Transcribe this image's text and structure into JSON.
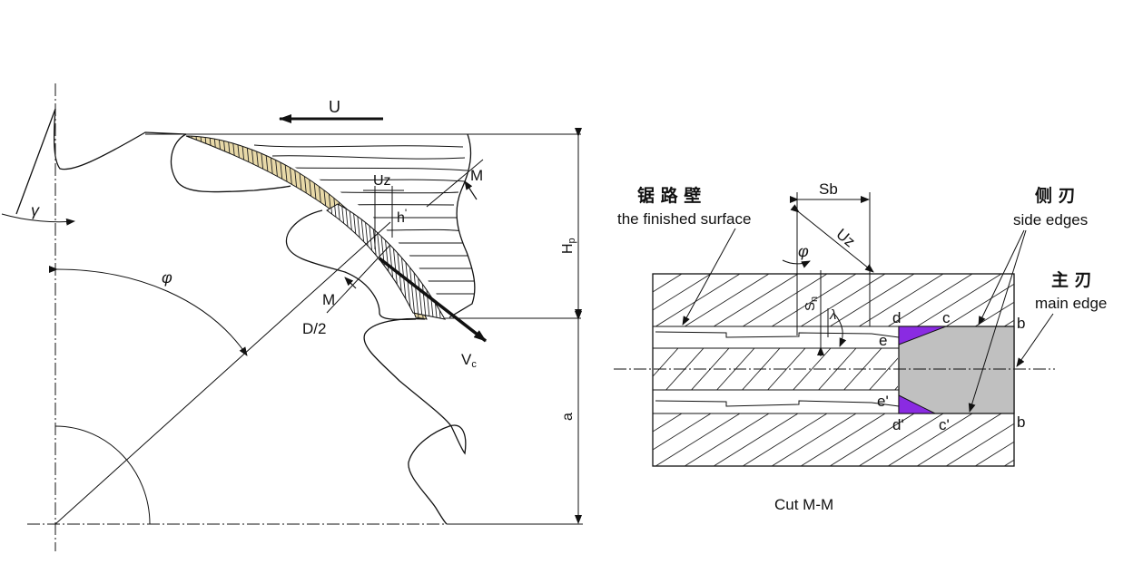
{
  "left_diagram": {
    "feed_label": "U",
    "tooth_feed_label": "Uz",
    "chip_thickness_label": "h",
    "chip_thickness_prime": "'",
    "section_mark_top": "M",
    "section_mark_bottom": "M",
    "rake_angle_label": "γ",
    "position_angle_label": "φ",
    "radius_label": "D/2",
    "cut_depth_label": "H",
    "cut_depth_sub": "p",
    "velocity_label": "V",
    "velocity_sub": "c",
    "distance_label": "a"
  },
  "right_diagram": {
    "kerf_wall_cn": "锯 路 壁",
    "kerf_wall_en": "the finished surface",
    "side_edges_cn": "侧 刃",
    "side_edges_en": "side edges",
    "main_edge_cn": "主 刃",
    "main_edge_en": "main edge",
    "set_label": "Sb",
    "tooth_feed_label": "Uz",
    "angle_phi_label": "φ",
    "angle_lambda_label": "λ",
    "sn_label": "S",
    "sn_sub": "n",
    "point_d": "d",
    "point_c": "c",
    "point_b_top": "b",
    "point_e": "e",
    "point_e_prime": "e'",
    "point_d_prime": "d'",
    "point_c_prime": "c'",
    "point_b_bottom": "b",
    "caption": "Cut M-M"
  },
  "colors": {
    "edge_fill": "#c0c0c0",
    "side_edge_highlight": "#8a2be2",
    "chip_fill": "#e8d9a8"
  }
}
